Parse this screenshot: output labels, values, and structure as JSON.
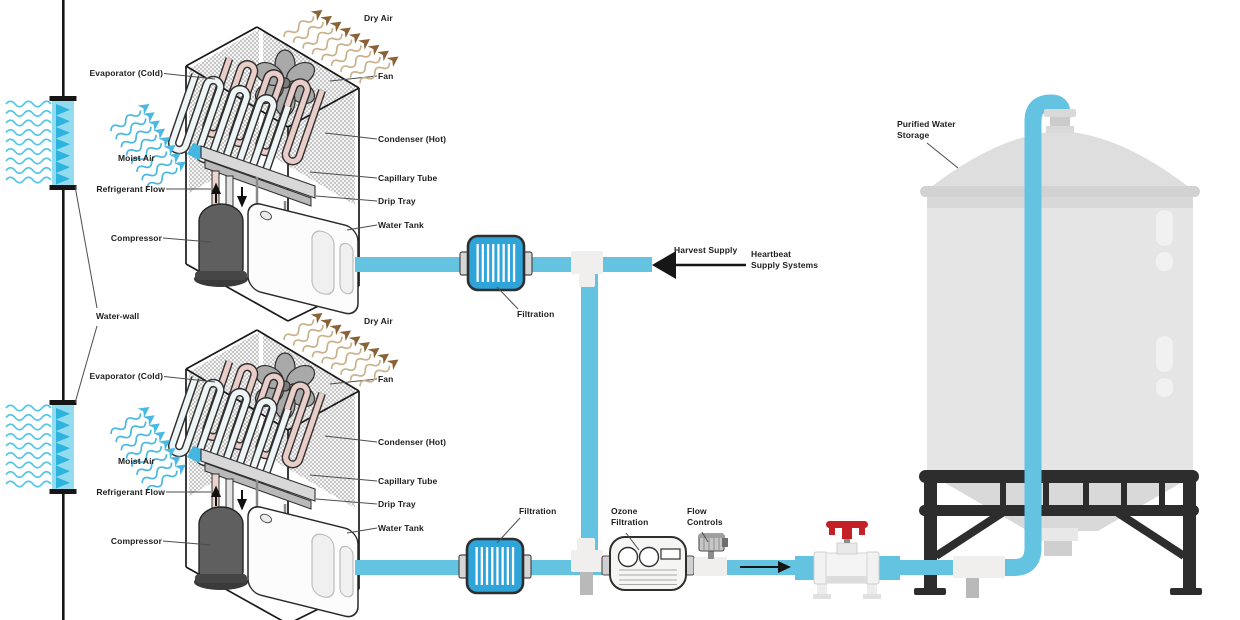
{
  "colors": {
    "pipe_blue": "#64c3e1",
    "filtration_blue": "#2ea4d9",
    "valve_red": "#c42127",
    "moist_air_cyan": "#47b9e2",
    "dry_air_tan": "#c9b28a",
    "dry_air_arrowhead_brown": "#8a6236",
    "tank_gray": "#e5e5e5",
    "stand_black": "#2d2d2d",
    "condenser_pink": "#e9cdc8",
    "evaporator_white": "#edf5f7"
  },
  "unit_labels": {
    "evaporator": "Evaporator (Cold)",
    "fan": "Fan",
    "moist_air": "Moist Air",
    "condenser": "Condenser (Hot)",
    "capillary_tube": "Capillary Tube",
    "refrigerant_flow": "Refrigerant Flow",
    "drip_tray": "Drip Tray",
    "water_tank": "Water Tank",
    "compressor": "Compressor",
    "dry_air": "Dry Air"
  },
  "water_wall": {
    "label": "Water-wall"
  },
  "supply_line": {
    "filtration_top": "Filtration",
    "harvest_supply": "Harvest Supply",
    "heartbeat_source": "Heartbeat\nSupply Systems"
  },
  "process_line": {
    "filtration_bottom": "Filtration",
    "ozone_filtration": "Ozone\nFiltration",
    "flow_controls": "Flow\nControls"
  },
  "storage": {
    "purified_water_storage": "Purified Water\nStorage"
  }
}
